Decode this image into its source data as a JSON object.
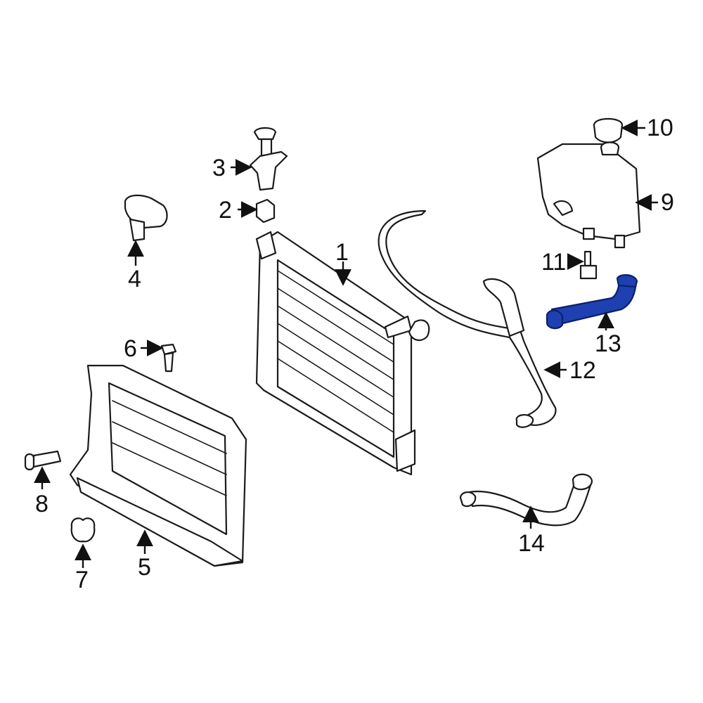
{
  "colors": {
    "background": "#ffffff",
    "line": "#1a1a1a",
    "highlight": "#1e40b0",
    "highlight_stroke": "#0c1f6e"
  },
  "callouts": [
    {
      "id": "1",
      "text": "1"
    },
    {
      "id": "2",
      "text": "2"
    },
    {
      "id": "3",
      "text": "3"
    },
    {
      "id": "4",
      "text": "4"
    },
    {
      "id": "5",
      "text": "5"
    },
    {
      "id": "6",
      "text": "6"
    },
    {
      "id": "7",
      "text": "7"
    },
    {
      "id": "8",
      "text": "8"
    },
    {
      "id": "9",
      "text": "9"
    },
    {
      "id": "10",
      "text": "10"
    },
    {
      "id": "11",
      "text": "11"
    },
    {
      "id": "12",
      "text": "12"
    },
    {
      "id": "13",
      "text": "13"
    },
    {
      "id": "14",
      "text": "14"
    }
  ],
  "highlighted_part": "13"
}
